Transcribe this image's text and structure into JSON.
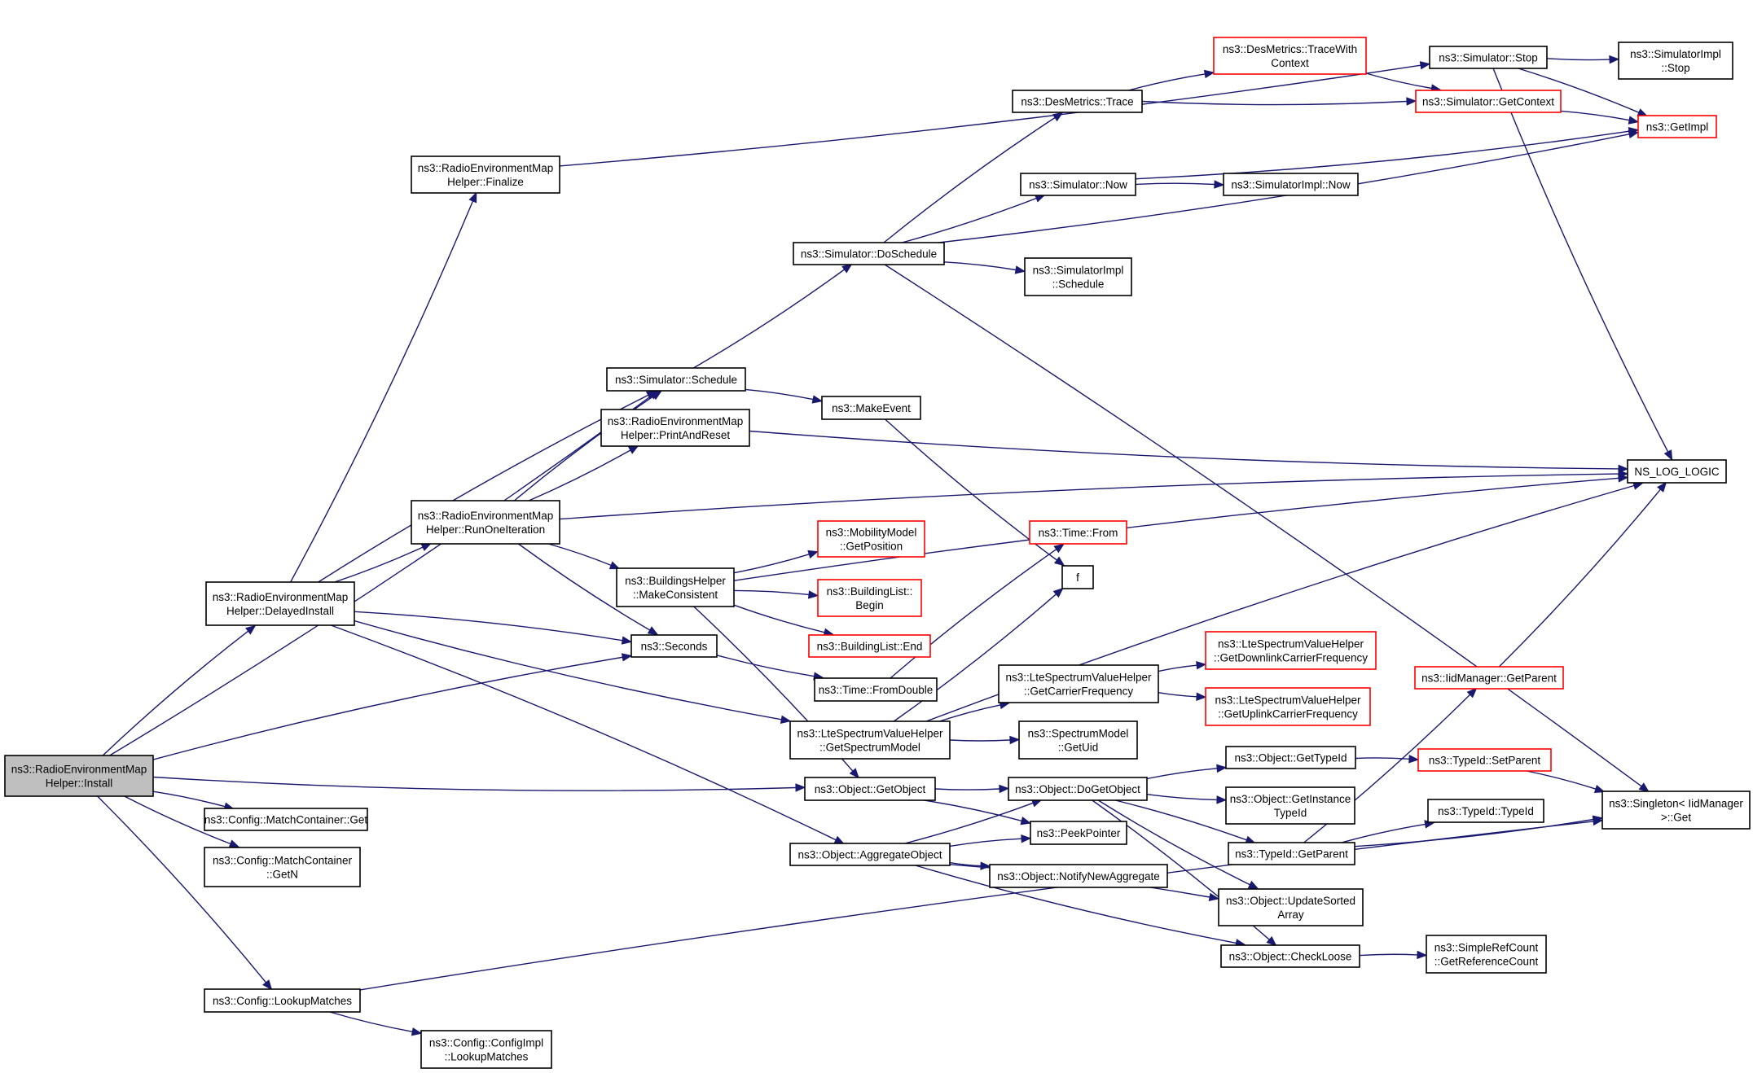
{
  "nodes": [
    {
      "id": "install",
      "lines": [
        "ns3::RadioEnvironmentMap",
        "Helper::Install"
      ],
      "style": "root"
    },
    {
      "id": "finalize",
      "lines": [
        "ns3::RadioEnvironmentMap",
        "Helper::Finalize"
      ],
      "style": "normal"
    },
    {
      "id": "delayed",
      "lines": [
        "ns3::RadioEnvironmentMap",
        "Helper::DelayedInstall"
      ],
      "style": "normal"
    },
    {
      "id": "runone",
      "lines": [
        "ns3::RadioEnvironmentMap",
        "Helper::RunOneIteration"
      ],
      "style": "normal"
    },
    {
      "id": "mcget",
      "lines": [
        "ns3::Config::MatchContainer::Get"
      ],
      "style": "normal"
    },
    {
      "id": "mcgetn",
      "lines": [
        "ns3::Config::MatchContainer",
        "::GetN"
      ],
      "style": "normal"
    },
    {
      "id": "lookup",
      "lines": [
        "ns3::Config::LookupMatches"
      ],
      "style": "normal"
    },
    {
      "id": "cilookup",
      "lines": [
        "ns3::Config::ConfigImpl",
        "::LookupMatches"
      ],
      "style": "normal"
    },
    {
      "id": "schedule",
      "lines": [
        "ns3::Simulator::Schedule"
      ],
      "style": "normal"
    },
    {
      "id": "printreset",
      "lines": [
        "ns3::RadioEnvironmentMap",
        "Helper::PrintAndReset"
      ],
      "style": "normal"
    },
    {
      "id": "makecons",
      "lines": [
        "ns3::BuildingsHelper",
        "::MakeConsistent"
      ],
      "style": "normal"
    },
    {
      "id": "seconds",
      "lines": [
        "ns3::Seconds"
      ],
      "style": "normal"
    },
    {
      "id": "doschedule",
      "lines": [
        "ns3::Simulator::DoSchedule"
      ],
      "style": "normal"
    },
    {
      "id": "makeevent",
      "lines": [
        "ns3::MakeEvent"
      ],
      "style": "normal"
    },
    {
      "id": "getpos",
      "lines": [
        "ns3::MobilityModel",
        "::GetPosition"
      ],
      "style": "red"
    },
    {
      "id": "blbegin",
      "lines": [
        "ns3::BuildingList::",
        "Begin"
      ],
      "style": "red"
    },
    {
      "id": "blend",
      "lines": [
        "ns3::BuildingList::End"
      ],
      "style": "red"
    },
    {
      "id": "fromdouble",
      "lines": [
        "ns3::Time::FromDouble"
      ],
      "style": "normal"
    },
    {
      "id": "getspec",
      "lines": [
        "ns3::LteSpectrumValueHelper",
        "::GetSpectrumModel"
      ],
      "style": "normal"
    },
    {
      "id": "getobject",
      "lines": [
        "ns3::Object::GetObject"
      ],
      "style": "normal"
    },
    {
      "id": "aggregate",
      "lines": [
        "ns3::Object::AggregateObject"
      ],
      "style": "normal"
    },
    {
      "id": "dmtrace",
      "lines": [
        "ns3::DesMetrics::Trace"
      ],
      "style": "normal"
    },
    {
      "id": "simnow",
      "lines": [
        "ns3::Simulator::Now"
      ],
      "style": "normal"
    },
    {
      "id": "implsched",
      "lines": [
        "ns3::SimulatorImpl",
        "::Schedule"
      ],
      "style": "normal"
    },
    {
      "id": "timefrom",
      "lines": [
        "ns3::Time::From"
      ],
      "style": "red"
    },
    {
      "id": "f",
      "lines": [
        "f"
      ],
      "style": "normal"
    },
    {
      "id": "getcarrier",
      "lines": [
        "ns3::LteSpectrumValueHelper",
        "::GetCarrierFrequency"
      ],
      "style": "normal"
    },
    {
      "id": "getuid",
      "lines": [
        "ns3::SpectrumModel",
        "::GetUid"
      ],
      "style": "normal"
    },
    {
      "id": "dogetobject",
      "lines": [
        "ns3::Object::DoGetObject"
      ],
      "style": "normal"
    },
    {
      "id": "peek",
      "lines": [
        "ns3::PeekPointer"
      ],
      "style": "normal"
    },
    {
      "id": "notifyagg",
      "lines": [
        "ns3::Object::NotifyNewAggregate"
      ],
      "style": "normal"
    },
    {
      "id": "tracewith",
      "lines": [
        "ns3::DesMetrics::TraceWith",
        "Context"
      ],
      "style": "red"
    },
    {
      "id": "implnow",
      "lines": [
        "ns3::SimulatorImpl::Now"
      ],
      "style": "normal"
    },
    {
      "id": "getdl",
      "lines": [
        "ns3::LteSpectrumValueHelper",
        "::GetDownlinkCarrierFrequency"
      ],
      "style": "red"
    },
    {
      "id": "getul",
      "lines": [
        "ns3::LteSpectrumValueHelper",
        "::GetUplinkCarrierFrequency"
      ],
      "style": "red"
    },
    {
      "id": "gettypeid",
      "lines": [
        "ns3::Object::GetTypeId"
      ],
      "style": "normal"
    },
    {
      "id": "getinsttid",
      "lines": [
        "ns3::Object::GetInstance",
        "TypeId"
      ],
      "style": "normal"
    },
    {
      "id": "tidparent",
      "lines": [
        "ns3::TypeId::GetParent"
      ],
      "style": "normal"
    },
    {
      "id": "updsorted",
      "lines": [
        "ns3::Object::UpdateSorted",
        "Array"
      ],
      "style": "normal"
    },
    {
      "id": "checkloose",
      "lines": [
        "ns3::Object::CheckLoose"
      ],
      "style": "normal"
    },
    {
      "id": "simstop",
      "lines": [
        "ns3::Simulator::Stop"
      ],
      "style": "normal"
    },
    {
      "id": "getcontext",
      "lines": [
        "ns3::Simulator::GetContext"
      ],
      "style": "red"
    },
    {
      "id": "iidparent",
      "lines": [
        "ns3::IidManager::GetParent"
      ],
      "style": "red"
    },
    {
      "id": "setparent",
      "lines": [
        "ns3::TypeId::SetParent"
      ],
      "style": "red"
    },
    {
      "id": "tidtid",
      "lines": [
        "ns3::TypeId::TypeId"
      ],
      "style": "normal"
    },
    {
      "id": "refcount",
      "lines": [
        "ns3::SimpleRefCount",
        "::GetReferenceCount"
      ],
      "style": "normal"
    },
    {
      "id": "implstop",
      "lines": [
        "ns3::SimulatorImpl",
        "::Stop"
      ],
      "style": "normal"
    },
    {
      "id": "getimpl",
      "lines": [
        "ns3::GetImpl"
      ],
      "style": "red"
    },
    {
      "id": "nslog",
      "lines": [
        "NS_LOG_LOGIC"
      ],
      "style": "normal"
    },
    {
      "id": "singleton",
      "lines": [
        "ns3::Singleton< IidManager",
        " >::Get"
      ],
      "style": "normal"
    }
  ],
  "edges": [
    [
      "install",
      "delayed"
    ],
    [
      "install",
      "schedule"
    ],
    [
      "install",
      "seconds"
    ],
    [
      "install",
      "getobject"
    ],
    [
      "install",
      "mcget"
    ],
    [
      "install",
      "mcgetn"
    ],
    [
      "install",
      "lookup"
    ],
    [
      "delayed",
      "finalize"
    ],
    [
      "delayed",
      "schedule"
    ],
    [
      "delayed",
      "runone"
    ],
    [
      "delayed",
      "seconds"
    ],
    [
      "delayed",
      "getspec"
    ],
    [
      "delayed",
      "aggregate"
    ],
    [
      "finalize",
      "simstop"
    ],
    [
      "runone",
      "schedule"
    ],
    [
      "runone",
      "printreset"
    ],
    [
      "runone",
      "makecons"
    ],
    [
      "runone",
      "seconds"
    ],
    [
      "runone",
      "nslog"
    ],
    [
      "lookup",
      "cilookup"
    ],
    [
      "lookup",
      "singleton"
    ],
    [
      "schedule",
      "doschedule"
    ],
    [
      "schedule",
      "makeevent"
    ],
    [
      "printreset",
      "nslog"
    ],
    [
      "makecons",
      "nslog"
    ],
    [
      "makecons",
      "getpos"
    ],
    [
      "makecons",
      "blbegin"
    ],
    [
      "makecons",
      "blend"
    ],
    [
      "makecons",
      "getobject"
    ],
    [
      "seconds",
      "fromdouble"
    ],
    [
      "doschedule",
      "dmtrace"
    ],
    [
      "doschedule",
      "simnow"
    ],
    [
      "doschedule",
      "implsched"
    ],
    [
      "doschedule",
      "getimpl"
    ],
    [
      "doschedule",
      "singleton"
    ],
    [
      "makeevent",
      "f"
    ],
    [
      "fromdouble",
      "timefrom"
    ],
    [
      "getspec",
      "f"
    ],
    [
      "getspec",
      "getcarrier"
    ],
    [
      "getspec",
      "getuid"
    ],
    [
      "getspec",
      "nslog"
    ],
    [
      "getobject",
      "dogetobject"
    ],
    [
      "getobject",
      "peek"
    ],
    [
      "aggregate",
      "dogetobject"
    ],
    [
      "aggregate",
      "peek"
    ],
    [
      "aggregate",
      "notifyagg"
    ],
    [
      "aggregate",
      "updsorted"
    ],
    [
      "aggregate",
      "checkloose"
    ],
    [
      "dmtrace",
      "tracewith"
    ],
    [
      "dmtrace",
      "getcontext"
    ],
    [
      "simnow",
      "implnow"
    ],
    [
      "simnow",
      "getimpl"
    ],
    [
      "getcarrier",
      "getdl"
    ],
    [
      "getcarrier",
      "getul"
    ],
    [
      "dogetobject",
      "gettypeid"
    ],
    [
      "dogetobject",
      "getinsttid"
    ],
    [
      "dogetobject",
      "tidparent"
    ],
    [
      "dogetobject",
      "updsorted"
    ],
    [
      "dogetobject",
      "checkloose"
    ],
    [
      "tracewith",
      "getcontext"
    ],
    [
      "gettypeid",
      "setparent"
    ],
    [
      "tidparent",
      "iidparent"
    ],
    [
      "tidparent",
      "tidtid"
    ],
    [
      "tidparent",
      "singleton"
    ],
    [
      "checkloose",
      "refcount"
    ],
    [
      "simstop",
      "implstop"
    ],
    [
      "simstop",
      "getimpl"
    ],
    [
      "simstop",
      "nslog"
    ],
    [
      "getcontext",
      "getimpl"
    ],
    [
      "iidparent",
      "nslog"
    ],
    [
      "setparent",
      "singleton"
    ]
  ]
}
